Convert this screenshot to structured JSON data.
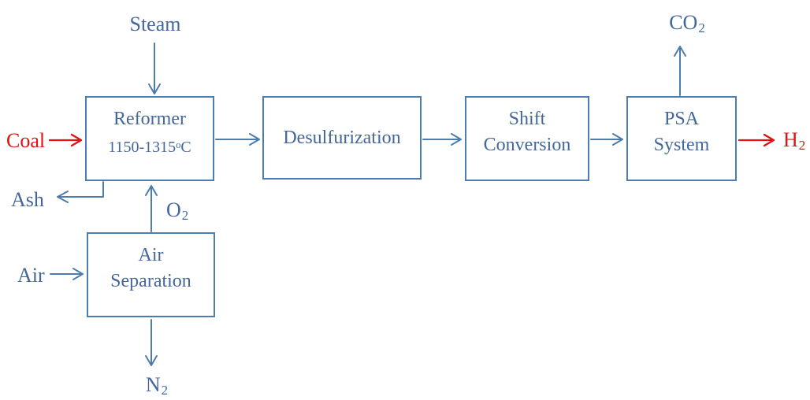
{
  "diagram": {
    "type": "process-flow",
    "colors": {
      "line_blue": "#4d7cb0",
      "text_blue": "#44679b",
      "red": "#e11212",
      "background": "#ffffff"
    },
    "boxes": {
      "reformer": {
        "name": "Reformer",
        "temp_value": "1150-1315",
        "temp_degree": "o",
        "temp_unit": "C"
      },
      "desulfurization": {
        "name": "Desulfurization"
      },
      "shift_conversion": {
        "line1": "Shift",
        "line2": "Conversion"
      },
      "psa_system": {
        "line1": "PSA",
        "line2": "System"
      },
      "air_separation": {
        "line1": "Air",
        "line2": "Separation"
      }
    },
    "streams": {
      "steam": {
        "label": "Steam"
      },
      "coal": {
        "label": "Coal"
      },
      "ash": {
        "label": "Ash"
      },
      "air": {
        "label": "Air"
      },
      "oxygen": {
        "base": "O",
        "sub": "2"
      },
      "nitrogen": {
        "base": "N",
        "sub": "2"
      },
      "carbon_dioxide": {
        "base": "CO",
        "sub": "2"
      },
      "hydrogen": {
        "base": "H",
        "sub": "2"
      }
    },
    "flows": [
      "Steam -> Reformer",
      "Coal -> Reformer",
      "Reformer -> Ash",
      "Air Separation -> O2 -> Reformer",
      "Air -> Air Separation",
      "Air Separation -> N2",
      "Reformer -> Desulfurization",
      "Desulfurization -> Shift Conversion",
      "Shift Conversion -> PSA System",
      "PSA System -> CO2",
      "PSA System -> H2"
    ]
  }
}
